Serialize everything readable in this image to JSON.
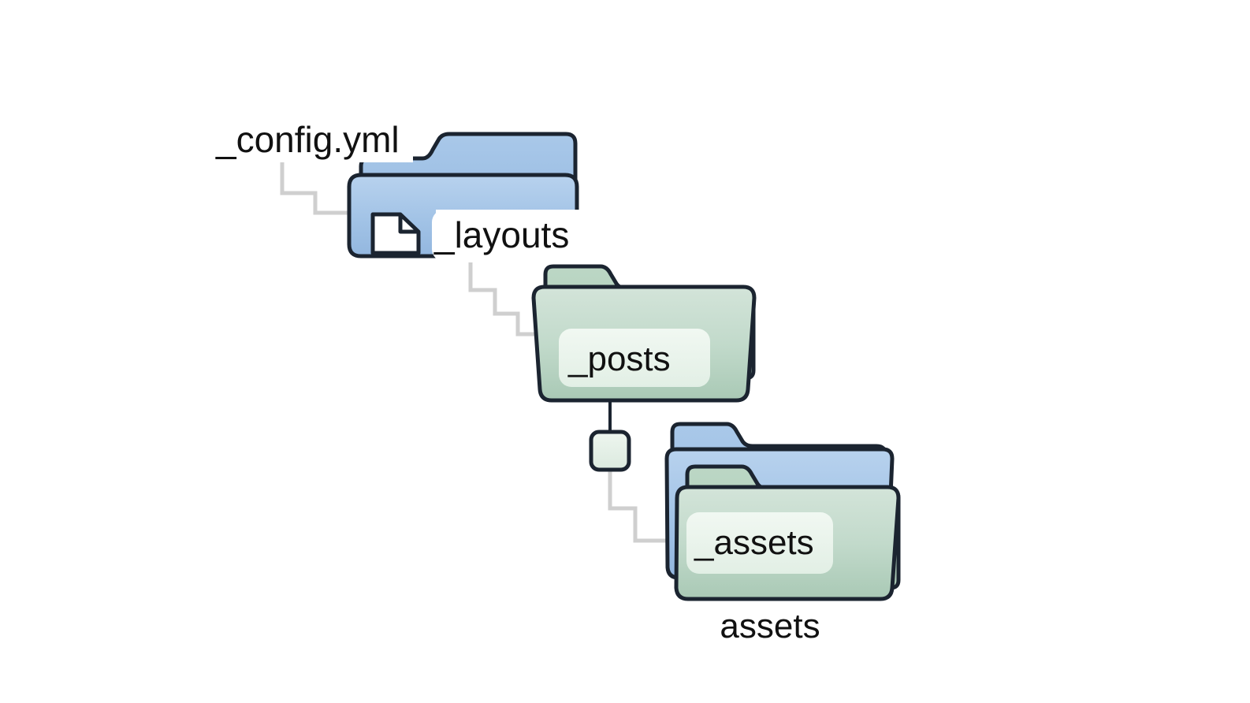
{
  "diagram": {
    "type": "folder-tree",
    "background_color": "#ffffff",
    "palette": {
      "folder_blue_light": "#b4cfeb",
      "folder_blue": "#9dc0e4",
      "folder_blue_dark": "#8db5de",
      "folder_green_light": "#cfe2d6",
      "folder_green": "#b9d4c2",
      "folder_green_dark": "#a6c7b2",
      "outline": "#1b2430",
      "connector": "#cfcfcf",
      "connector_dark": "#1b2430",
      "chip_fill": "#eaf4ec",
      "file_fill": "#ffffff",
      "text": "#111111"
    },
    "nodes": [
      {
        "id": "config",
        "label": "_config.yml",
        "kind": "file-label",
        "label_position": "outside-left"
      },
      {
        "id": "layouts",
        "label": "_layouts",
        "kind": "folder-stack-blue",
        "icon": "file-document-icon",
        "label_position": "outside-right"
      },
      {
        "id": "posts",
        "label": "_posts",
        "kind": "folder-green",
        "label_position": "chip-inside"
      },
      {
        "id": "junction",
        "label": "",
        "kind": "junction-node",
        "label_position": "none"
      },
      {
        "id": "assets",
        "label": "_assets",
        "caption": "assets",
        "kind": "folder-stack-blue-green",
        "label_position": "chip-inside"
      }
    ],
    "edges": [
      {
        "from": "config",
        "to": "layouts",
        "style": "stair-step",
        "color": "#cfcfcf"
      },
      {
        "from": "layouts",
        "to": "posts",
        "style": "stair-step",
        "color": "#cfcfcf"
      },
      {
        "from": "posts",
        "to": "junction",
        "style": "straight",
        "color": "#1b2430"
      },
      {
        "from": "junction",
        "to": "assets",
        "style": "stair-step",
        "color": "#cfcfcf"
      }
    ]
  }
}
